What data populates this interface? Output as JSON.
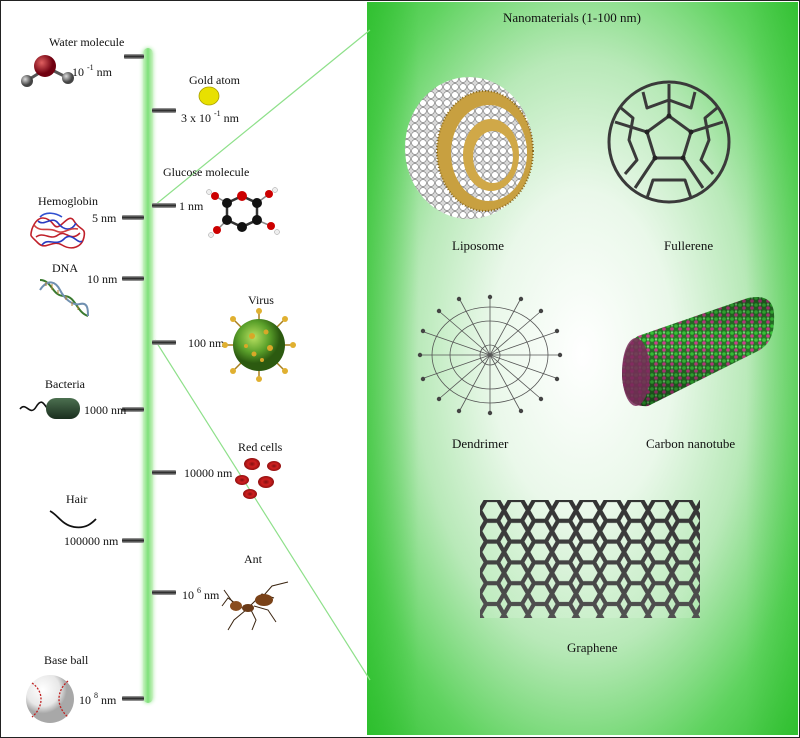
{
  "panel_title": "Nanomaterials (1-100 nm)",
  "scale_items": [
    {
      "id": "water",
      "name": "Water molecule",
      "base": "10",
      "exp": "-1",
      "unit": "nm"
    },
    {
      "id": "gold",
      "name": "Gold atom",
      "base": "3 x 10",
      "exp": "-1",
      "unit": "nm"
    },
    {
      "id": "glucose",
      "name": "Glucose molecule",
      "size": "1 nm"
    },
    {
      "id": "hemoglobin",
      "name": "Hemoglobin",
      "size": "5 nm"
    },
    {
      "id": "dna",
      "name": "DNA",
      "size": "10 nm"
    },
    {
      "id": "virus",
      "name": "Virus",
      "size": "100 nm"
    },
    {
      "id": "bacteria",
      "name": "Bacteria",
      "size": "1000 nm"
    },
    {
      "id": "redcells",
      "name": "Red cells",
      "size": "10000 nm"
    },
    {
      "id": "hair",
      "name": "Hair",
      "size": "100000 nm"
    },
    {
      "id": "ant",
      "name": "Ant",
      "base": "10",
      "exp": "6",
      "unit": "nm"
    },
    {
      "id": "baseball",
      "name": "Base ball",
      "base": "10",
      "exp": "8",
      "unit": "nm"
    }
  ],
  "nanomaterials": [
    "Liposome",
    "Fullerene",
    "Dendrimer",
    "Carbon nanotube",
    "Graphene"
  ],
  "colors": {
    "scale_bar": "#7fe07a",
    "panel_green": "#33c033",
    "gold": "#e8e000",
    "hemo_red": "#c0202a",
    "virus": "#5aa02a",
    "cell_red": "#c01818"
  }
}
